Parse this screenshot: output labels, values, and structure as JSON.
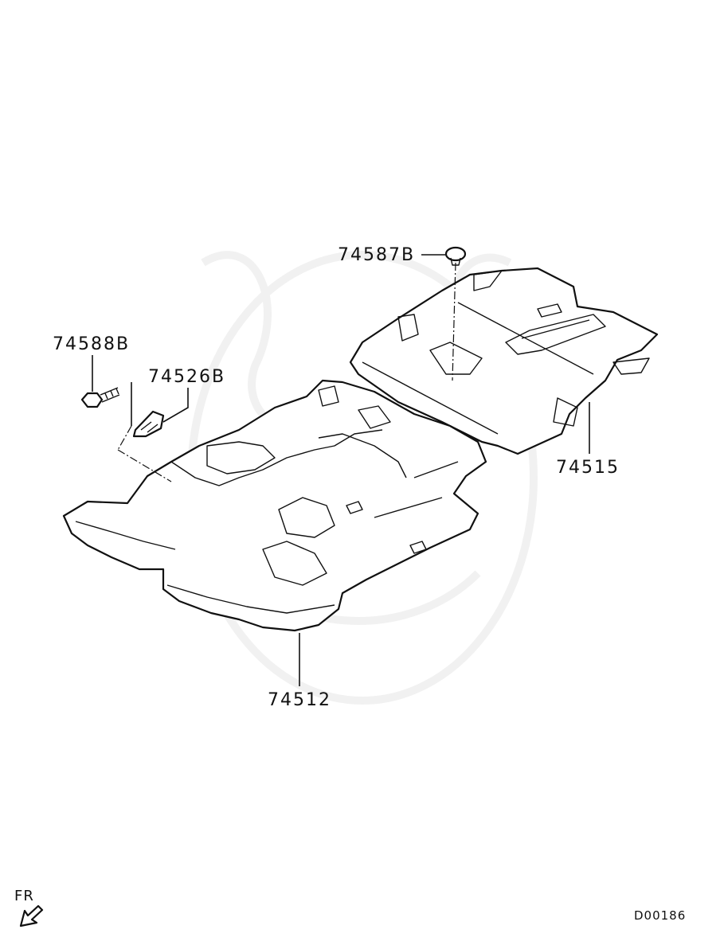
{
  "parts": {
    "p74587b": "74587B",
    "p74588b": "74588B",
    "p74526b": "74526B",
    "p74515": "74515",
    "p74512": "74512"
  },
  "direction": {
    "label": "FR"
  },
  "diagram_code": "D00186"
}
